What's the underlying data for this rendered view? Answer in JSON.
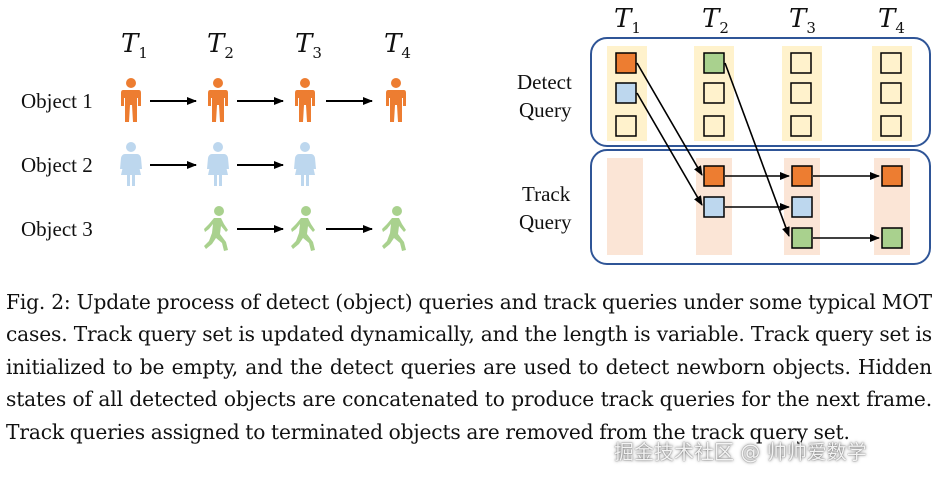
{
  "left_panel": {
    "time_labels": [
      {
        "base": "T",
        "sub": "1"
      },
      {
        "base": "T",
        "sub": "2"
      },
      {
        "base": "T",
        "sub": "3"
      },
      {
        "base": "T",
        "sub": "4"
      }
    ],
    "objects": [
      {
        "label": "Object 1",
        "color": "#ed7d31",
        "icon": "person-standing-icon",
        "present": [
          1,
          1,
          1,
          1
        ]
      },
      {
        "label": "Object 2",
        "color": "#bdd7ee",
        "icon": "person-dress-icon",
        "present": [
          1,
          1,
          1,
          0
        ]
      },
      {
        "label": "Object 3",
        "color": "#a9d18e",
        "icon": "person-walking-icon",
        "present": [
          0,
          1,
          1,
          1
        ]
      }
    ]
  },
  "right_panel": {
    "time_labels": [
      {
        "base": "T",
        "sub": "1"
      },
      {
        "base": "T",
        "sub": "2"
      },
      {
        "base": "T",
        "sub": "3"
      },
      {
        "base": "T",
        "sub": "4"
      }
    ],
    "detect_label_line1": "Detect",
    "detect_label_line2": "Query",
    "track_label_line1": "Track",
    "track_label_line2": "Query",
    "colors": {
      "object1": "#ed7d31",
      "object2": "#bdd7ee",
      "object3": "#a9d18e",
      "empty": "#fff2cc",
      "detect_column_bg": "#fff2cc",
      "track_column_bg": "#fbe5d6",
      "panel_border": "#2f5597"
    }
  },
  "caption": {
    "fig_number": "Fig. 2:",
    "text": "Update process of detect (object) queries and track queries under some typical MOT cases. Track query set is updated dynamically, and the length is variable. Track query set is initialized to be empty, and the detect queries are used to detect newborn objects. Hidden states of all detected objects are concatenated to produce track queries for the next frame. Track queries assigned to terminated objects are removed from the track query set."
  },
  "watermark": "掘金技术社区 @ 帅帅爱数学"
}
